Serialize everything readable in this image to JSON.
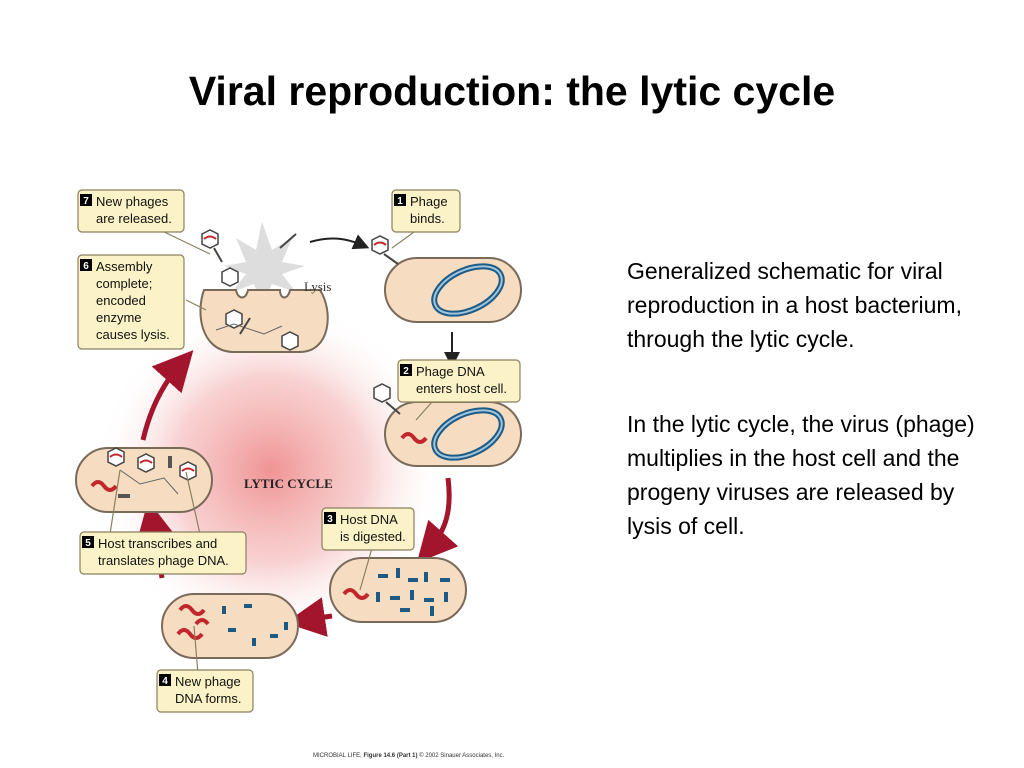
{
  "slide": {
    "title": "Viral reproduction: the lytic cycle",
    "description": [
      "Generalized schematic for viral reproduction in a host bacterium, through the lytic cycle.",
      "In the lytic cycle, the virus (phage) multiplies in the host cell and the progeny viruses are released by lysis of cell."
    ],
    "credit": {
      "source": "MICROBIAL LIFE",
      "figure": "Figure 14.6 (Part 1)",
      "copyright": "© 2002 Sinauer Associates, Inc."
    }
  },
  "diagram": {
    "center_label": "LYTIC CYCLE",
    "lysis_label": "Lysis",
    "steps": [
      {
        "number": "1",
        "lines": [
          "Phage",
          "binds."
        ]
      },
      {
        "number": "2",
        "lines": [
          "Phage DNA",
          "enters host cell."
        ]
      },
      {
        "number": "3",
        "lines": [
          "Host DNA",
          "is digested."
        ]
      },
      {
        "number": "4",
        "lines": [
          "New phage",
          "DNA forms."
        ]
      },
      {
        "number": "5",
        "lines": [
          "Host transcribes and",
          "translates phage DNA."
        ]
      },
      {
        "number": "6",
        "lines": [
          "Assembly",
          "complete;",
          "encoded",
          "enzyme",
          "causes lysis."
        ]
      },
      {
        "number": "7",
        "lines": [
          "New phages",
          "are released."
        ]
      }
    ],
    "colors": {
      "cell_fill": "#f6dcc0",
      "cell_stroke": "#7a6a5a",
      "callout_fill": "#fbf3c7",
      "callout_stroke": "#8a8060",
      "arrow": "#a3142d",
      "dna_phage": "#c1272d",
      "dna_host": "#1f5a85",
      "glow": "#ef8e8e"
    }
  }
}
